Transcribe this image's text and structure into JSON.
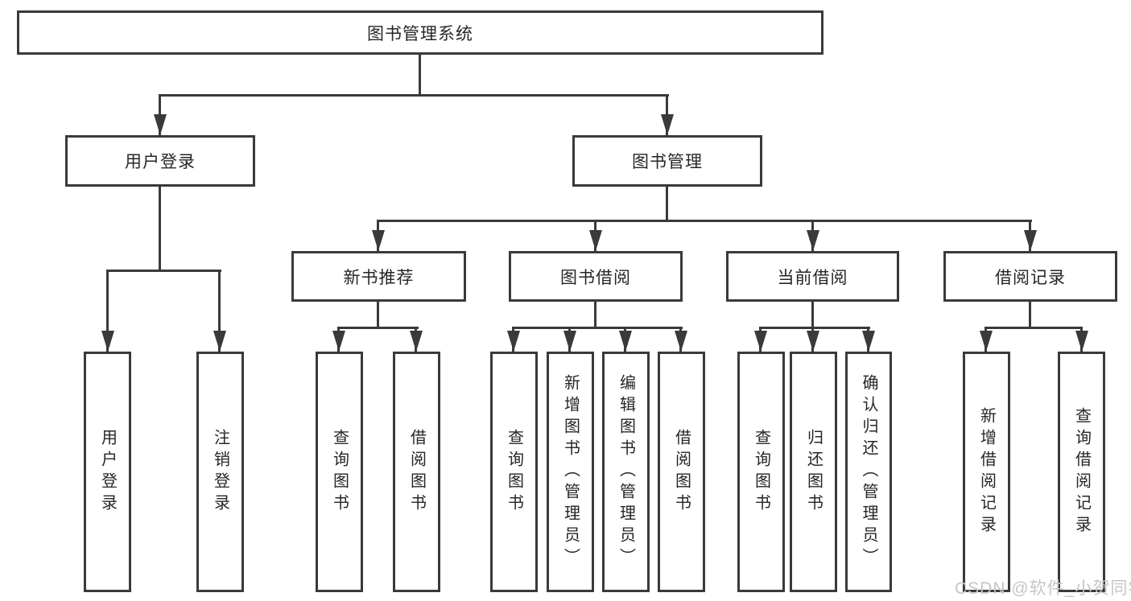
{
  "hierarchy": {
    "label": "图书管理系统",
    "children": [
      {
        "label": "用户登录",
        "children": [
          {
            "label": "用户登录"
          },
          {
            "label": "注销登录"
          }
        ]
      },
      {
        "label": "图书管理",
        "children": [
          {
            "label": "新书推荐",
            "children": [
              {
                "label": "查询图书"
              },
              {
                "label": "借阅图书"
              }
            ]
          },
          {
            "label": "图书借阅",
            "children": [
              {
                "label": "查询图书"
              },
              {
                "label": "新增图书（管理员）"
              },
              {
                "label": "编辑图书（管理员）"
              },
              {
                "label": "借阅图书"
              }
            ]
          },
          {
            "label": "当前借阅",
            "children": [
              {
                "label": "查询图书"
              },
              {
                "label": "归还图书"
              },
              {
                "label": "确认归还（管理员）"
              }
            ]
          },
          {
            "label": "借阅记录",
            "children": [
              {
                "label": "新增借阅记录"
              },
              {
                "label": "查询借阅记录"
              }
            ]
          }
        ]
      }
    ]
  },
  "watermark": "CSDN @软件_小贺同学",
  "colors": {
    "line": "#3a3a3a",
    "text": "#262626",
    "watermark": "#c6c6c6",
    "background": "#ffffff"
  }
}
